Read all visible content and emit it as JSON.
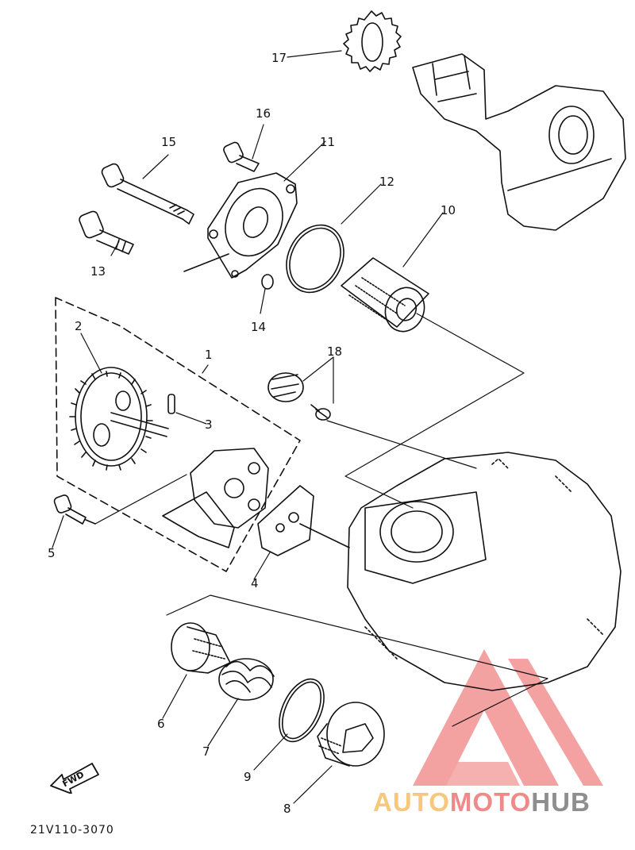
{
  "diagram": {
    "callouts": [
      "1",
      "2",
      "3",
      "4",
      "5",
      "6",
      "7",
      "8",
      "9",
      "10",
      "11",
      "12",
      "13",
      "14",
      "15",
      "16",
      "17",
      "18"
    ],
    "part_code": "21V110-3070",
    "fwd_label": "FWD"
  },
  "watermark": {
    "part1": "AUTO",
    "part2": "MOTO",
    "part3": "HUB",
    "colors": {
      "auto": "#f7c77d",
      "moto": "#ef8a8a",
      "hub": "#8e8e8e",
      "triangle": "#f29a9a"
    }
  },
  "icons": [
    "fwd-arrow-icon",
    "automotohub-logo-icon"
  ]
}
